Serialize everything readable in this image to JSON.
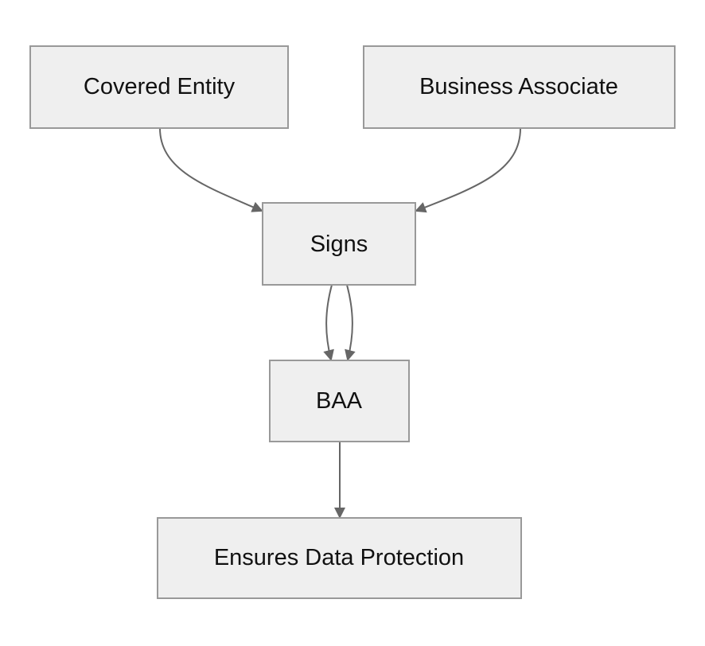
{
  "nodes": {
    "covered_entity": "Covered Entity",
    "business_associate": "Business Associate",
    "signs": "Signs",
    "baa": "BAA",
    "ensures": "Ensures Data Protection"
  },
  "edges": [
    {
      "from": "covered_entity",
      "to": "signs"
    },
    {
      "from": "business_associate",
      "to": "signs"
    },
    {
      "from": "signs",
      "to": "baa"
    },
    {
      "from": "signs",
      "to": "baa"
    },
    {
      "from": "baa",
      "to": "ensures"
    }
  ],
  "colors": {
    "node_fill": "#efefef",
    "node_border": "#999999",
    "edge": "#666666",
    "text": "#111111"
  }
}
